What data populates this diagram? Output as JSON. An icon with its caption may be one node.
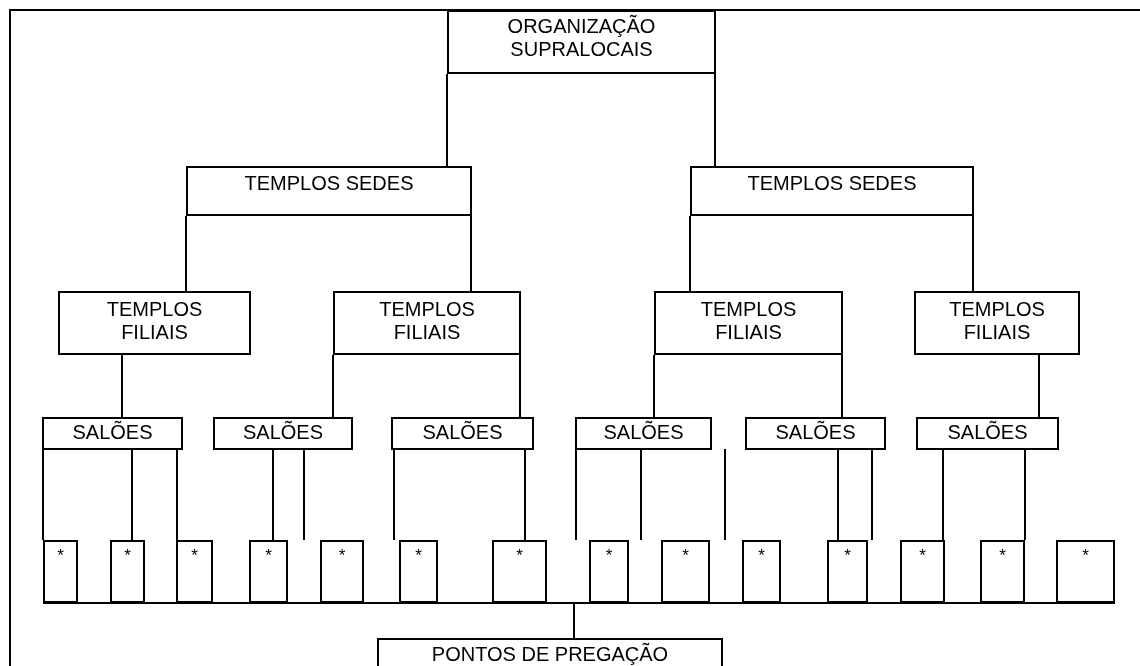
{
  "diagram": {
    "nodes": [
      {
        "text": [
          "ORGANIZAÇÃO SUPRALOCAIS"
        ]
      },
      {
        "text": [
          "TEMPLOS SEDES"
        ]
      },
      {
        "text": [
          "TEMPLOS SEDES"
        ]
      },
      {
        "text": [
          "TEMPLOS FILIAIS"
        ]
      },
      {
        "text": [
          "TEMPLOS FILIAIS"
        ]
      },
      {
        "text": [
          "TEMPLOS FILIAIS"
        ]
      },
      {
        "text": [
          "TEMPLOS FILIAIS"
        ]
      },
      {
        "text": [
          "SALÕES"
        ]
      },
      {
        "text": [
          "SALÕES"
        ]
      },
      {
        "text": [
          "SALÕES"
        ]
      },
      {
        "text": [
          "SALÕES"
        ]
      },
      {
        "text": [
          "SALÕES"
        ]
      },
      {
        "text": [
          "SALÕES"
        ]
      },
      {
        "text": [
          "*"
        ]
      },
      {
        "text": [
          "*"
        ]
      },
      {
        "text": [
          "*"
        ]
      },
      {
        "text": [
          "*"
        ]
      },
      {
        "text": [
          "*"
        ]
      },
      {
        "text": [
          "*"
        ]
      },
      {
        "text": [
          "*"
        ]
      },
      {
        "text": [
          "*"
        ]
      },
      {
        "text": [
          "*"
        ]
      },
      {
        "text": [
          "*"
        ]
      },
      {
        "text": [
          "*"
        ]
      },
      {
        "text": [
          "*"
        ]
      },
      {
        "text": [
          "*"
        ]
      },
      {
        "text": [
          "*"
        ]
      },
      {
        "text": [
          "PONTOS DE PREGAÇÃO"
        ]
      }
    ],
    "edges": [
      {
        "from": 0,
        "to": 1,
        "arrow": "none"
      },
      {
        "from": 0,
        "to": 2,
        "arrow": "none"
      },
      {
        "from": 1,
        "to": 3,
        "arrow": "none"
      },
      {
        "from": 1,
        "to": 4,
        "arrow": "none"
      },
      {
        "from": 2,
        "to": 5,
        "arrow": "none"
      },
      {
        "from": 2,
        "to": 6,
        "arrow": "none"
      },
      {
        "from": 3,
        "to": 7,
        "arrow": "none"
      },
      {
        "from": 4,
        "to": 8,
        "arrow": "none"
      },
      {
        "from": 4,
        "to": 9,
        "arrow": "none"
      },
      {
        "from": 5,
        "to": 10,
        "arrow": "none"
      },
      {
        "from": 5,
        "to": 11,
        "arrow": "none"
      },
      {
        "from": 6,
        "to": 12,
        "arrow": "none"
      },
      {
        "from": 7,
        "to": 13,
        "arrow": "none"
      },
      {
        "from": 7,
        "to": 14,
        "arrow": "none"
      },
      {
        "from": 7,
        "to": 15,
        "arrow": "none"
      },
      {
        "from": 8,
        "to": 16,
        "arrow": "none"
      },
      {
        "from": 8,
        "to": null,
        "arrow": "none"
      },
      {
        "from": 9,
        "to": 18,
        "arrow": "none"
      },
      {
        "from": 9,
        "to": 19,
        "arrow": "none"
      },
      {
        "from": 10,
        "to": 20,
        "arrow": "none"
      },
      {
        "from": 10,
        "to": 20,
        "arrow": "none"
      },
      {
        "from": 11,
        "to": 23,
        "arrow": "none"
      },
      {
        "from": 11,
        "to": 23,
        "arrow": "none"
      },
      {
        "from": 12,
        "to": 24,
        "arrow": "none"
      },
      {
        "from": 12,
        "to": 25,
        "arrow": "none"
      },
      {
        "from": 13,
        "to": 27,
        "arrow": "none"
      },
      {
        "from": 14,
        "to": 27,
        "arrow": "none"
      },
      {
        "from": 15,
        "to": 27,
        "arrow": "none"
      },
      {
        "from": 16,
        "to": 27,
        "arrow": "none"
      },
      {
        "from": 17,
        "to": 27,
        "arrow": "none"
      },
      {
        "from": 18,
        "to": 27,
        "arrow": "none"
      },
      {
        "from": 19,
        "to": 27,
        "arrow": "none"
      },
      {
        "from": 20,
        "to": 27,
        "arrow": "none"
      },
      {
        "from": 21,
        "to": 27,
        "arrow": "none"
      },
      {
        "from": 22,
        "to": 27,
        "arrow": "none"
      },
      {
        "from": 23,
        "to": 27,
        "arrow": "none"
      },
      {
        "from": 24,
        "to": 27,
        "arrow": "none"
      },
      {
        "from": 25,
        "to": 27,
        "arrow": "none"
      },
      {
        "from": 26,
        "to": 27,
        "arrow": "none"
      }
    ]
  }
}
